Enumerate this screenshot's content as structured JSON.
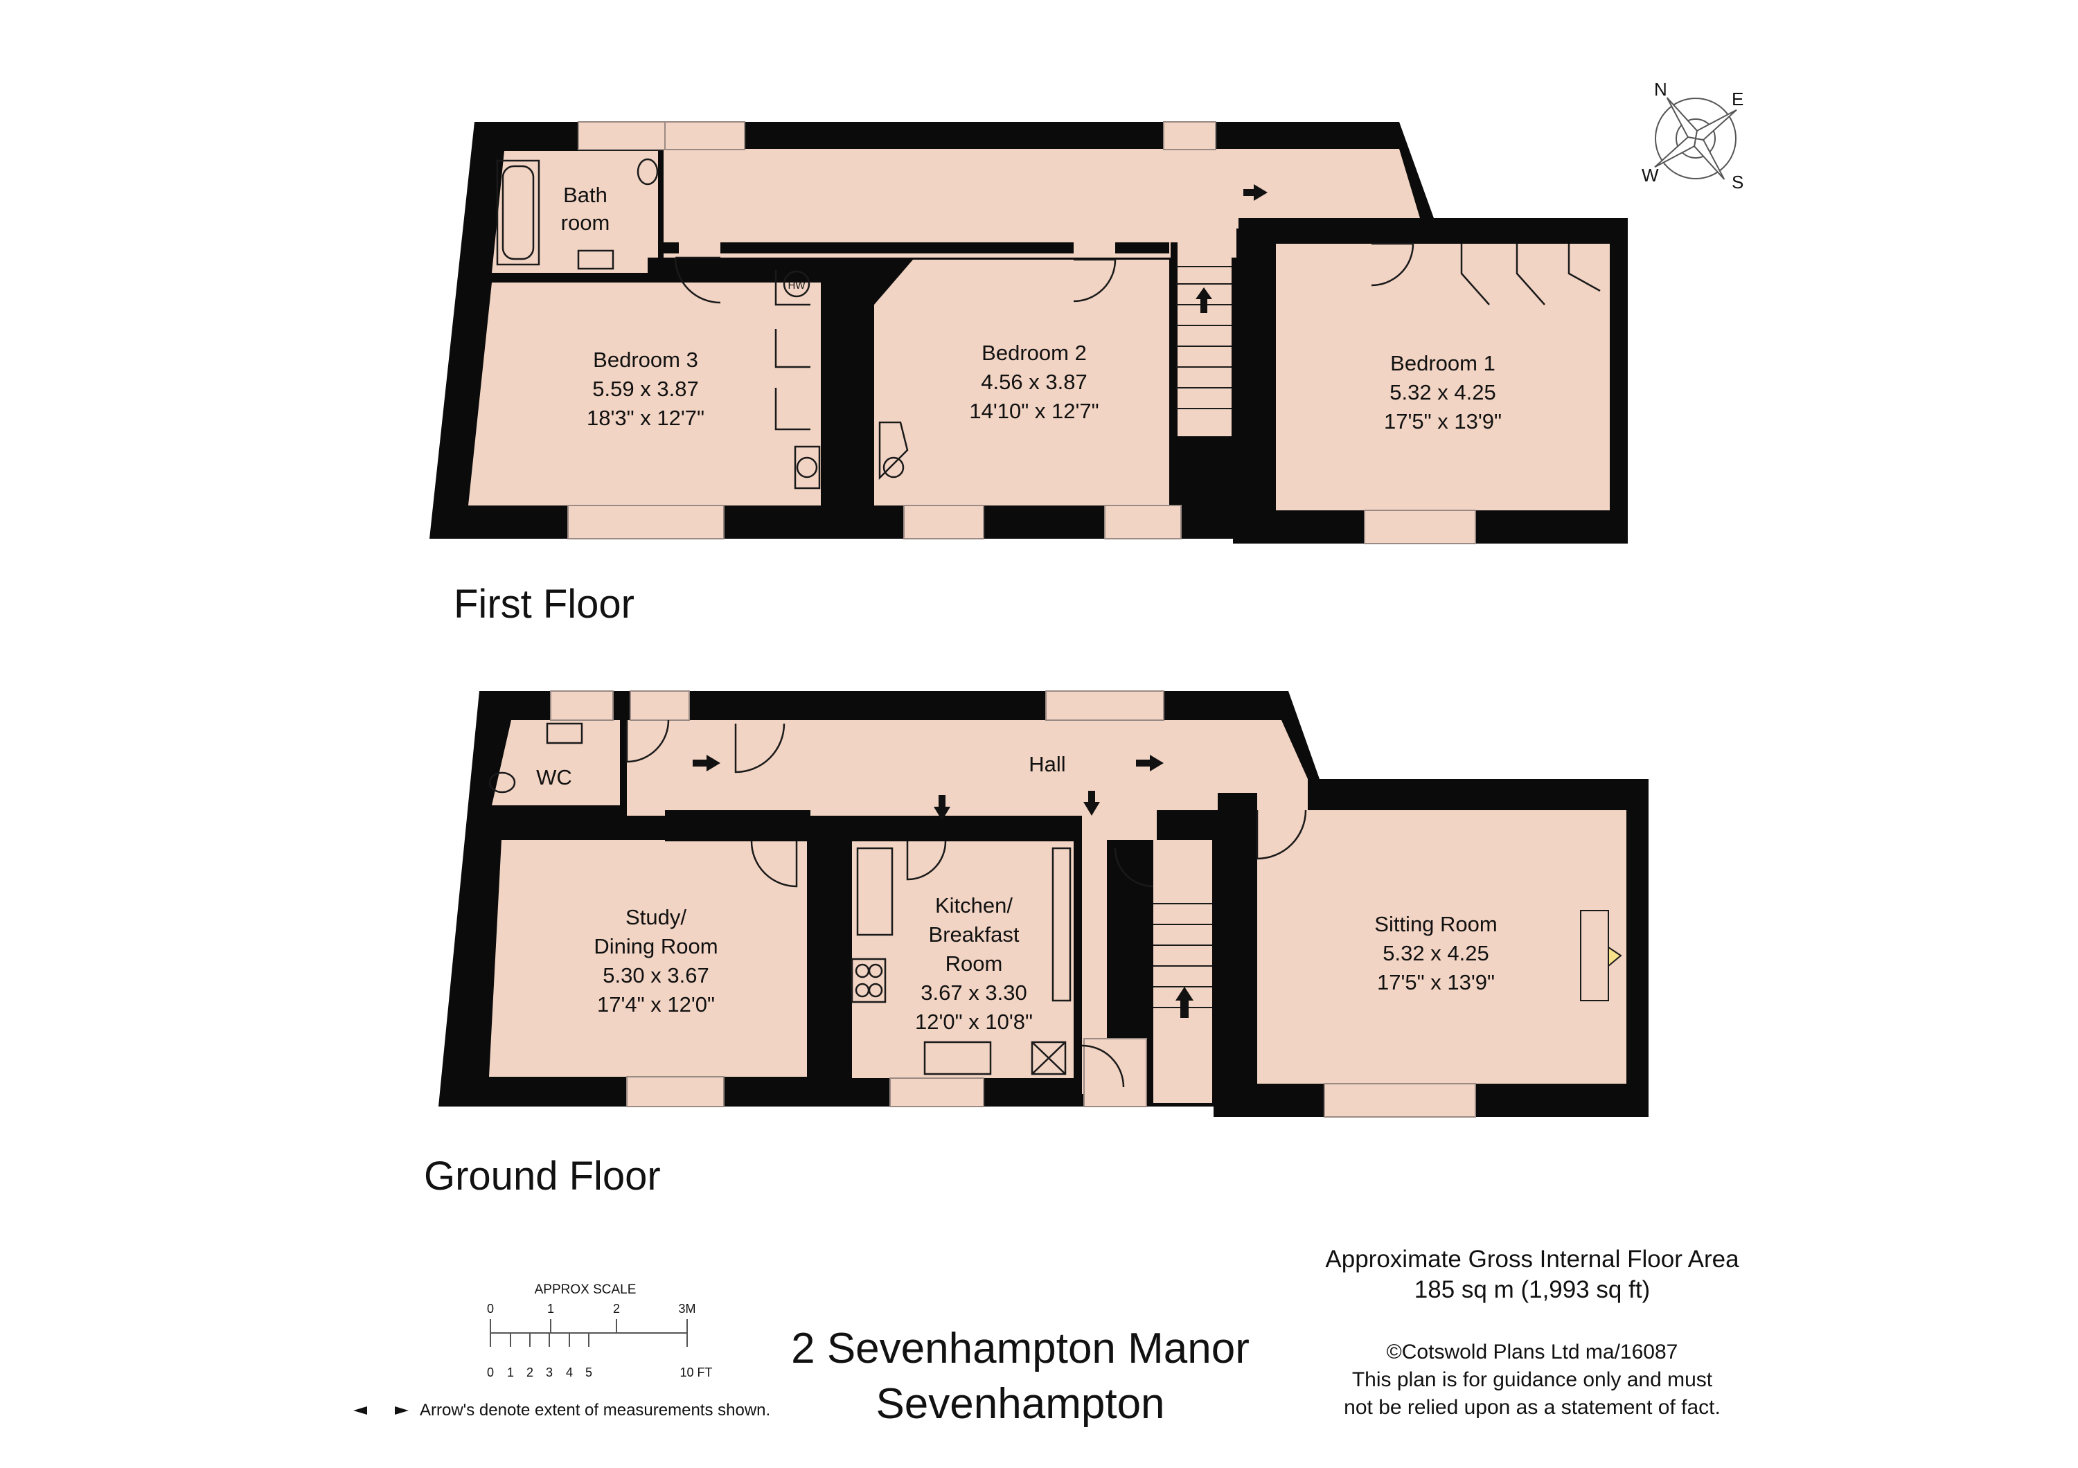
{
  "colors": {
    "room": "#f2d4c4",
    "wall": "#0b0b0b"
  },
  "floors": {
    "first": {
      "title": "First Floor",
      "rooms": {
        "bathroom": {
          "name1": "Bath",
          "name2": "room"
        },
        "bedroom3": {
          "name": "Bedroom 3",
          "metric": "5.59 x 3.87",
          "imperial": "18'3\" x 12'7\""
        },
        "bedroom2": {
          "name": "Bedroom 2",
          "metric": "4.56 x 3.87",
          "imperial": "14'10\" x 12'7\""
        },
        "bedroom1": {
          "name": "Bedroom 1",
          "metric": "5.32 x 4.25",
          "imperial": "17'5\" x 13'9\""
        }
      },
      "hw_label": "HW"
    },
    "ground": {
      "title": "Ground Floor",
      "rooms": {
        "wc": {
          "name": "WC"
        },
        "hall": {
          "name": "Hall"
        },
        "study": {
          "name1": "Study/",
          "name2": "Dining Room",
          "metric": "5.30 x 3.67",
          "imperial": "17'4\" x 12'0\""
        },
        "kitchen": {
          "name1": "Kitchen/",
          "name2": "Breakfast",
          "name3": "Room",
          "metric": "3.67 x 3.30",
          "imperial": "12'0\" x 10'8\""
        },
        "sitting": {
          "name": "Sitting Room",
          "metric": "5.32 x 4.25",
          "imperial": "17'5\" x 13'9\""
        }
      }
    }
  },
  "compass": {
    "n": "N",
    "e": "E",
    "s": "S",
    "w": "W"
  },
  "scale": {
    "title": "APPROX SCALE",
    "metric_ticks": [
      "0",
      "1",
      "2",
      "3M"
    ],
    "feet_ticks": [
      "0",
      "1",
      "2",
      "3",
      "4",
      "5",
      "10 FT"
    ],
    "arrow_note": "Arrow's denote extent of measurements shown."
  },
  "property": {
    "line1": "2 Sevenhampton Manor",
    "line2": "Sevenhampton"
  },
  "area": {
    "heading": "Approximate Gross Internal Floor Area",
    "value": "185 sq m (1,993 sq ft)"
  },
  "copyright": {
    "line1": "©Cotswold Plans Ltd ma/16087",
    "line2": "This plan is for guidance only and must",
    "line3": "not be relied upon as a statement of fact."
  }
}
